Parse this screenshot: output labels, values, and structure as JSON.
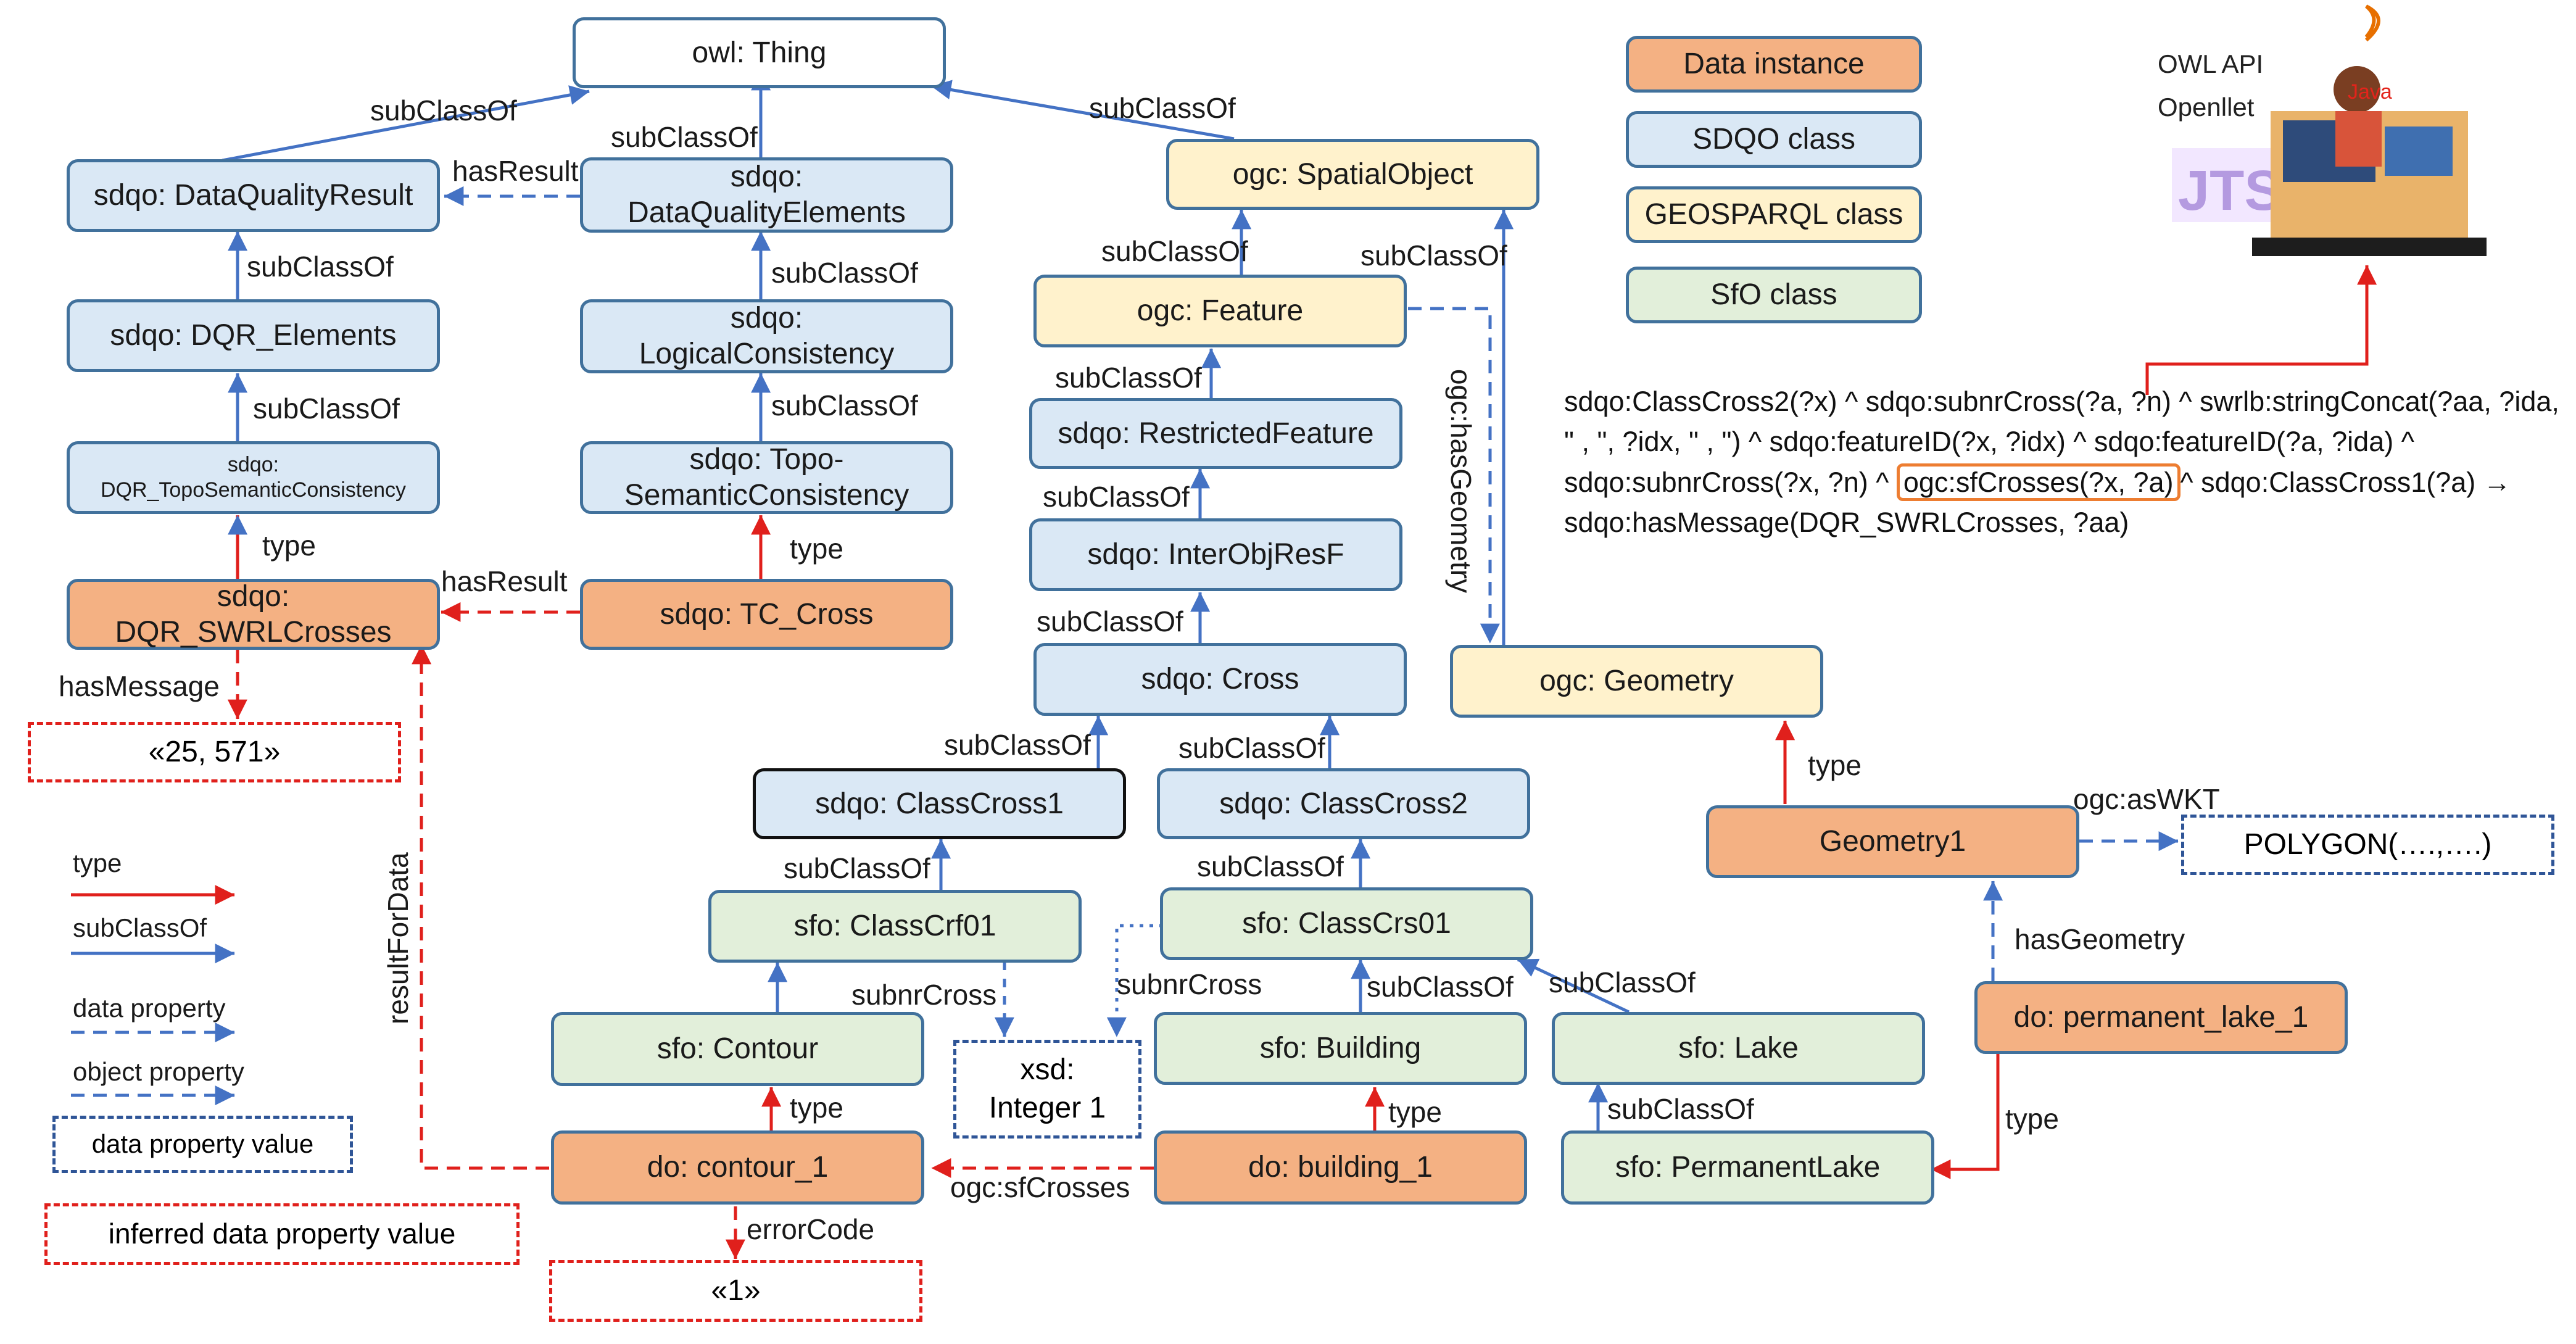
{
  "nodes": {
    "owl_thing": "owl: Thing",
    "dqr": "sdqo: DataQualityResult",
    "dqe": "sdqo:\nDataQualityElements",
    "spatial_object": "ogc: SpatialObject",
    "dqr_elements": "sdqo: DQR_Elements",
    "logical_consistency": "sdqo:\nLogicalConsistency",
    "feature": "ogc: Feature",
    "restricted_feature": "sdqo: RestrictedFeature",
    "dqr_topo": "sdqo:\nDQR_TopoSemanticConsistency",
    "topo_sem": "sdqo: Topo-\nSemanticConsistency",
    "interobj": "sdqo: InterObjResF",
    "dqr_swrl": "sdqo:\nDQR_SWRLCrosses",
    "tc_cross": "sdqo: TC_Cross",
    "cross": "sdqo: Cross",
    "geometry": "ogc: Geometry",
    "classcross1": "sdqo: ClassCross1",
    "classcross2": "sdqo: ClassCross2",
    "geometry1": "Geometry1",
    "classcrf01": "sfo: ClassCrf01",
    "classcrs01": "sfo: ClassCrs01",
    "contour": "sfo: Contour",
    "building": "sfo: Building",
    "lake": "sfo: Lake",
    "permanent_lake_1": "do: permanent_lake_1",
    "contour_1": "do: contour_1",
    "building_1": "do: building_1",
    "permanentlake": "sfo: PermanentLake"
  },
  "values": {
    "msg": "«25, 571»",
    "xsd": "xsd:\nInteger 1",
    "polygon": "POLYGON(….,….)",
    "error": "«1»"
  },
  "edge_labels": {
    "subclassof": "subClassOf",
    "hasresult": "hasResult",
    "type": "type",
    "hasmessage": "hasMessage",
    "resultfordata": "resultForData",
    "subnrcross": "subnrCross",
    "ogc_hasgeometry": "ogc:hasGeometry",
    "ogc_aswkt": "ogc:asWKT",
    "hasgeometry": "hasGeometry",
    "ogc_sfcrosses": "ogc:sfCrosses",
    "errorcode": "errorCode"
  },
  "legend": {
    "data_instance": "Data instance",
    "sdqo_class": "SDQO  class",
    "geosparql_class": "GEOSPARQL class",
    "sfo_class": "SfO class",
    "type": "type",
    "subclassof": "subClassOf",
    "data_property": "data property",
    "object_property": "object property",
    "data_property_value": "data property value",
    "inferred": "inferred data property value"
  },
  "rule": {
    "part1": "sdqo:ClassCross2(?x) ^ sdqo:subnrCross(?a, ?n) ^ swrlb:stringConcat(?aa, ?ida, \" , \", ?idx, \" , \") ^ sdqo:featureID(?x, ?idx) ^ sdqo:featureID(?a, ?ida) ^ sdqo:subnrCross(?x, ?n) ^ ",
    "highlight": "ogc:sfCrosses(?x, ?a)",
    "part2": "^ sdqo:ClassCross1(?a) → sdqo:hasMessage(DQR_SWRLCrosses, ?aa)"
  },
  "tools": {
    "owl_api": "OWL API",
    "openllet": "Openllet",
    "java": "Java",
    "jts": "JTS"
  },
  "colors": {
    "subclass_edge": "#4472c4",
    "type_edge": "#e0201c",
    "sdqo_fill": "#dae8f5",
    "ogc_fill": "#fff2cc",
    "sfo_fill": "#e2efda",
    "instance_fill": "#f4b183",
    "border": "#41719c"
  }
}
